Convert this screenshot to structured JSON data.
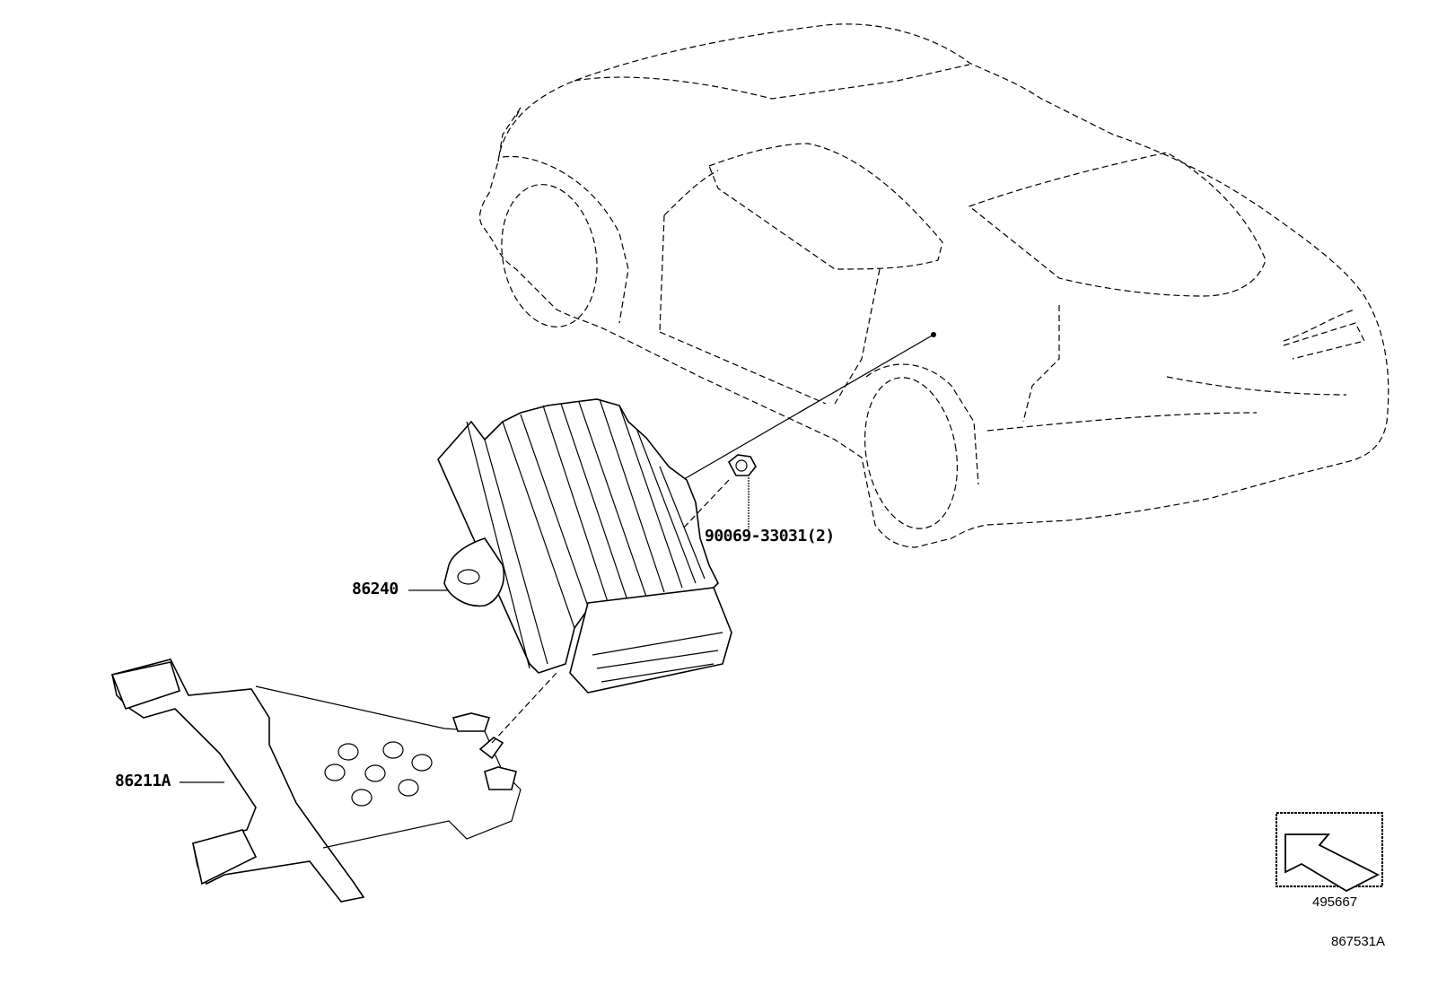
{
  "diagram": {
    "type": "exploded-parts-diagram",
    "subject": "Vehicle outline with electronic module, bracket and nut",
    "parts": [
      {
        "id": "nut",
        "part_number": "90069-33031(2)"
      },
      {
        "id": "module",
        "part_number": "86240"
      },
      {
        "id": "bracket",
        "part_number": "86211A"
      }
    ],
    "view_indicator": {
      "icon": "view-direction-arrow-icon",
      "code": "495667"
    },
    "figure_code": "867531A"
  }
}
